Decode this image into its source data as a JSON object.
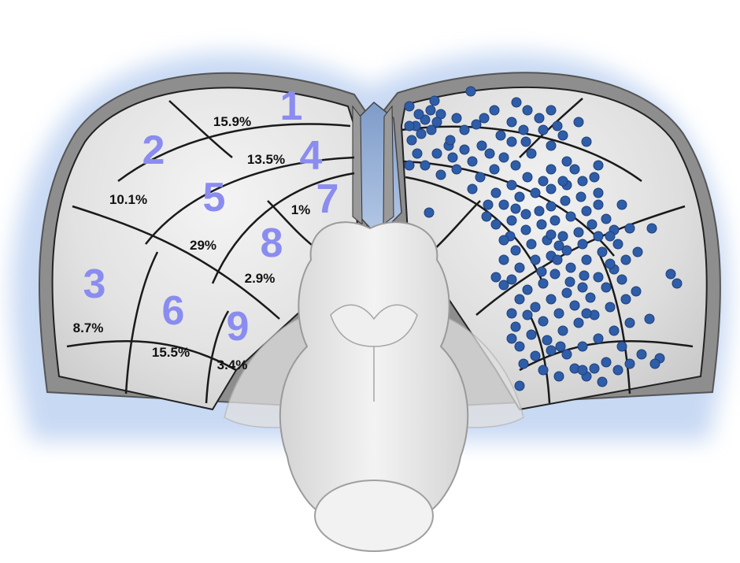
{
  "colors": {
    "region_number": "#8A8CF0",
    "percentage_text": "#111111",
    "dot": "#2F5DA8",
    "dot_stroke": "#1E3F7A",
    "glow": "#BFD3F2",
    "rim": "#8E8E8E",
    "surface": "#E4E4E4",
    "grid_line": "#1A1A1A",
    "brainstem": "#E9E9E9"
  },
  "regions": [
    {
      "number": "1",
      "percent": "15.9%"
    },
    {
      "number": "2",
      "percent": "10.1%"
    },
    {
      "number": "3",
      "percent": "8.7%"
    },
    {
      "number": "4",
      "percent": "13.5%"
    },
    {
      "number": "5",
      "percent": "29%"
    },
    {
      "number": "6",
      "percent": "15.5%"
    },
    {
      "number": "7",
      "percent": "1%"
    },
    {
      "number": "8",
      "percent": "2.9%"
    },
    {
      "number": "9",
      "percent": "3.4%"
    }
  ],
  "scatter": {
    "hemisphere": "right",
    "marker": "blue-dot"
  }
}
